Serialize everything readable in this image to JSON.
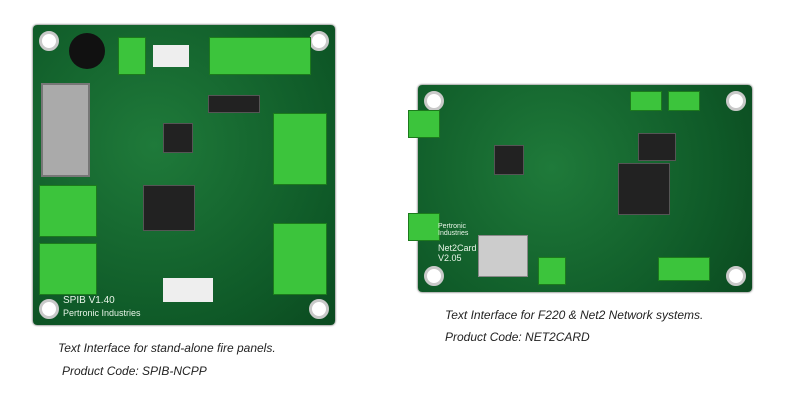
{
  "products": [
    {
      "board_label": "SPIB V1.40",
      "board_maker": "Pertronic Industries",
      "caption": "Text Interface for stand-alone fire panels.",
      "code": "Product Code: SPIB-NCPP"
    },
    {
      "board_label": "Net2Card V2.05",
      "board_maker": "Pertronic Industries",
      "caption": "Text Interface for F220 & Net2 Network systems.",
      "code": "Product Code: NET2CARD"
    }
  ],
  "colors": {
    "pcb": "#136330",
    "connector": "#3cc43c"
  }
}
